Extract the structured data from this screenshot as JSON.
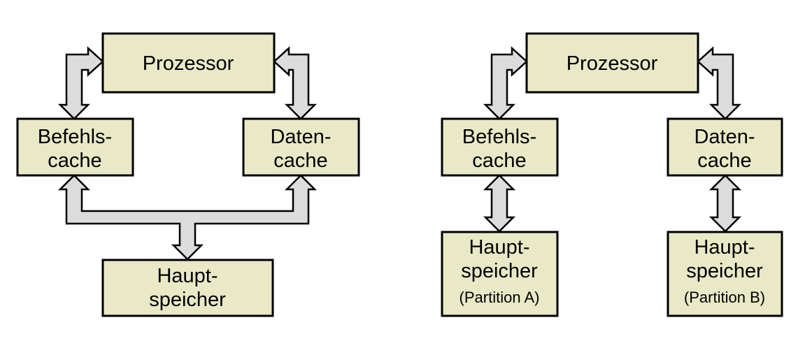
{
  "colors": {
    "background": "#ffffff",
    "box_fill": "#e9e9c8",
    "box_border": "#000000",
    "arrow_fill": "#dcdcdc",
    "arrow_border": "#000000",
    "text": "#000000"
  },
  "diagram_left": {
    "prozessor": {
      "label": "Prozessor"
    },
    "befehls_cache": {
      "lines": [
        "Befehls-",
        "cache"
      ]
    },
    "daten_cache": {
      "lines": [
        "Daten-",
        "cache"
      ]
    },
    "haupt_speicher": {
      "lines": [
        "Haupt-",
        "speicher"
      ]
    }
  },
  "diagram_right": {
    "prozessor": {
      "label": "Prozessor"
    },
    "befehls_cache": {
      "lines": [
        "Befehls-",
        "cache"
      ]
    },
    "daten_cache": {
      "lines": [
        "Daten-",
        "cache"
      ]
    },
    "haupt_speicher_a": {
      "lines": [
        "Haupt-",
        "speicher"
      ],
      "subtitle": "(Partition A)"
    },
    "haupt_speicher_b": {
      "lines": [
        "Haupt-",
        "speicher"
      ],
      "subtitle": "(Partition B)"
    }
  }
}
